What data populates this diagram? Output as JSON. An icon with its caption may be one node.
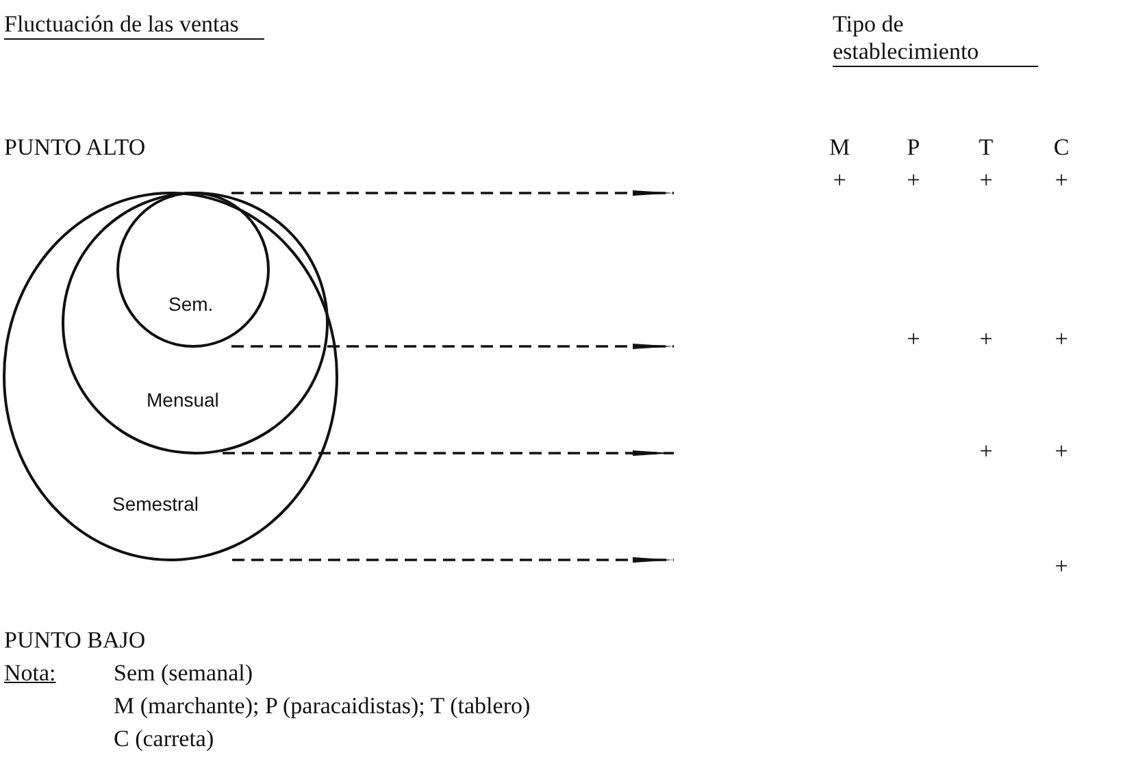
{
  "diagram": {
    "nodes": [
      {
        "text": [
          "Semestral"
        ]
      },
      {
        "text": [
          "Mensual"
        ],
        "in": 0
      },
      {
        "text": [
          "Sem."
        ],
        "in": 1
      }
    ],
    "edges": [
      {
        "from": 2,
        "to": null,
        "arrow": "to",
        "style": "dashed"
      },
      {
        "from": 2,
        "to": null,
        "arrow": "to",
        "style": "dashed"
      },
      {
        "from": 1,
        "to": null,
        "arrow": "to",
        "style": "dashed"
      },
      {
        "from": 0,
        "to": null,
        "arrow": "to",
        "style": "dashed"
      }
    ],
    "labels": [
      "Fluctuación de las ventas",
      "Tipo de establecimiento",
      "PUNTO ALTO",
      "M",
      "P",
      "T",
      "C",
      "+",
      "+",
      "+",
      "+",
      "+",
      "+",
      "+",
      "+",
      "+",
      "+",
      "PUNTO BAJO",
      "Nota:",
      "Sem (semanal)",
      "M (marchante); P (paracaidistas); T (tablero)",
      "C (carreta)"
    ]
  }
}
